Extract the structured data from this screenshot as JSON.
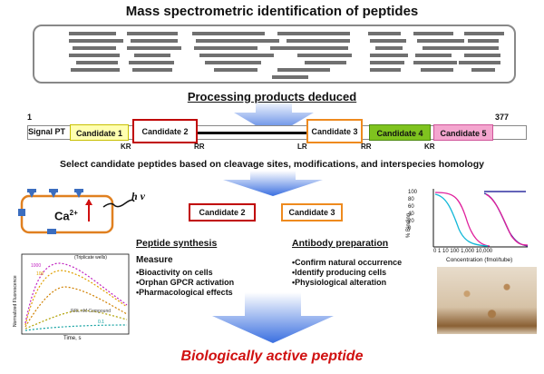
{
  "top_title": "Mass spectrometric identification of peptides",
  "processing_title": "Processing products deduced",
  "precursor": {
    "start": "1",
    "end": "377",
    "signal": "Signal PT",
    "candidates": [
      {
        "label": "Candidate 1",
        "fill": "#ffffb0",
        "border": "#c8c000"
      },
      {
        "label": "Candidate 2",
        "fill": "#ffffff",
        "border": "#c00000"
      },
      {
        "label": "Candidate 3",
        "fill": "#ffffff",
        "border": "#ee8a1e"
      },
      {
        "label": "Candidate 4",
        "fill": "#7fc31f",
        "border": "#4c8a10"
      },
      {
        "label": "Candidate 5",
        "fill": "#f4a6cf",
        "border": "#d0559a"
      }
    ],
    "sites": [
      "KR",
      "RR",
      "LR",
      "RR",
      "KR"
    ]
  },
  "select_text": "Select candidate peptides based on cleavage sites, modifications, and interspecies homology",
  "cell": {
    "ca_label": "Ca",
    "ca_sup": "2+",
    "hv_label": "h ν"
  },
  "selected": [
    {
      "label": "Candidate 2",
      "border": "#c00000"
    },
    {
      "label": "Candidate 3",
      "border": "#ee8a1e"
    }
  ],
  "binding_chart": {
    "ylabel": "% Binding",
    "xlabel": "Concentration (fmol/tube)",
    "x_ticks": [
      "0",
      "1",
      "10",
      "100",
      "1,000",
      "10,000"
    ],
    "y_ticks": [
      "100",
      "80",
      "60",
      "40",
      "20",
      "0"
    ]
  },
  "synthesis": {
    "heading": "Peptide synthesis",
    "measure": "Measure",
    "items": [
      "•Bioactivity on cells",
      "•Orphan GPCR activation",
      "•Pharmacological effects"
    ]
  },
  "antibody": {
    "heading": "Antibody preparation",
    "items": [
      "•Confirm natural occurrence",
      "•Identify producing cells",
      "•Physiological alteration"
    ]
  },
  "fluor_chart": {
    "ylabel": "Normalized Fluorescence",
    "xlabel": "Time, s",
    "legend": "(Triplicate wells)",
    "label_high": "1000",
    "label_mid": "100",
    "label_low": "0.1",
    "label_mix": "RRL nM Compound"
  },
  "final_text": "Biologically active peptide",
  "colors": {
    "final": "#d01010",
    "arrow": "#3a6fe0"
  }
}
